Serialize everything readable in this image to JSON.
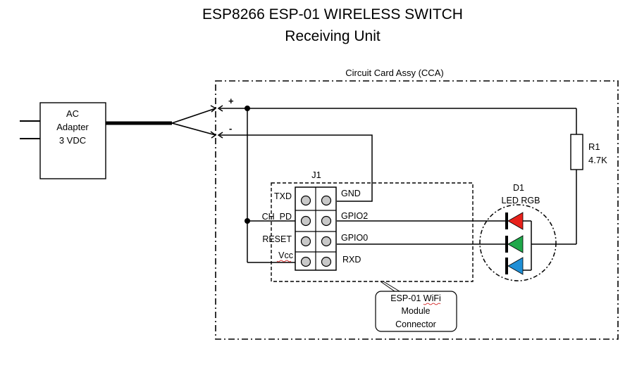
{
  "title": {
    "line1": "ESP8266 ESP-01 WIRELESS SWITCH",
    "line2": "Receiving Unit"
  },
  "cca": {
    "label": "Circuit Card Assy (CCA)"
  },
  "adapter": {
    "line1": "AC",
    "line2": "Adapter",
    "line3": "3 VDC"
  },
  "terminals": {
    "plus": "+",
    "minus": "-"
  },
  "resistor": {
    "ref": "R1",
    "value": "4.7K"
  },
  "led": {
    "ref": "D1",
    "type": "LED RGB",
    "colors": [
      "#e8211b",
      "#1fa84a",
      "#1f8fd6"
    ]
  },
  "connector": {
    "ref": "J1",
    "left_pins": [
      "TXD",
      "CH_PD",
      "RESET",
      "Vcc"
    ],
    "right_pins": [
      "GND",
      "GPIO2",
      "GPIO0",
      "RXD"
    ]
  },
  "callout": {
    "line1": "ESP-01 WiFi",
    "line2": "Module",
    "line3": "Connector"
  }
}
